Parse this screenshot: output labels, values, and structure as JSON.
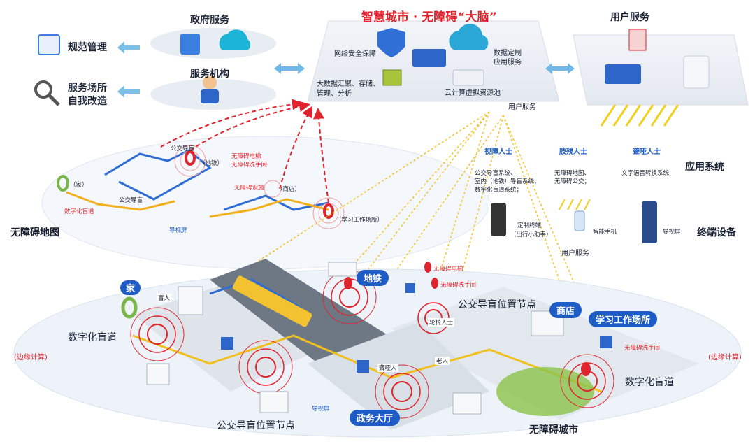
{
  "header": {
    "brain_title": "智慧城市 · 无障碍“大脑”",
    "gov_services": "政府服务",
    "service_org": "服务机构",
    "user_services_top": "用户服务"
  },
  "left_panel": {
    "norm_mgmt": "规范管理",
    "venue_reform_line1": "服务场所",
    "venue_reform_line2": "自我改造"
  },
  "brain": {
    "net_security": "网络安全保障",
    "big_data_line1": "大数据汇聚、存储、",
    "big_data_line2": "管理、分析",
    "data_custom_line1": "数据定制",
    "data_custom_line2": "应用服务",
    "cloud_pool": "云计算虚拟资源池",
    "user_service_label": "用户服务"
  },
  "app_system": {
    "title": "应用系统",
    "visually_impaired": "视障人士",
    "vi_desc_line1": "公交导盲系统、",
    "vi_desc_line2": "室内（地铁）导盲系统、",
    "vi_desc_line3": "数字化盲道系统；",
    "disabled": "肢残人士",
    "dis_desc_line1": "无障碍地图、",
    "dis_desc_line2": "无障碍公交；",
    "deaf": "聋哑人士",
    "deaf_desc": "文字语音转换系统"
  },
  "devices": {
    "title": "终端设备",
    "custom_terminal_line1": "定制终端",
    "custom_terminal_line2": "（出行小助手）",
    "smartphone": "智能手机",
    "guide_screen": "导视屏",
    "user_service_label": "用户服务"
  },
  "map": {
    "title": "无障碍地图",
    "home": "（家）",
    "digital_path": "数字化盲道",
    "bus_guide_1": "公交导盲",
    "bus_guide_2": "公交导盲",
    "metro": "（地铁）",
    "acc_elevator": "无障碍电梯",
    "acc_restroom": "无障碍洗手间",
    "acc_small": "无障碍设施",
    "shop": "（商店）",
    "work": "（学习工作场所）",
    "guide_screen": "导视屏"
  },
  "city": {
    "title": "无障碍城市",
    "home": "家",
    "blind": "盲人",
    "digital_path_left": "数字化盲道",
    "digital_path_right": "数字化盲道",
    "metro": "地铁",
    "acc_elevator": "无障碍电梯",
    "acc_restroom": "无障碍洗手间",
    "bus_node_top": "公交导盲位置节点",
    "bus_node_bottom": "公交导盲位置节点",
    "wheelchair": "轮椅人士",
    "elderly": "老人",
    "deaf": "聋哑人",
    "shop": "商店",
    "workplace": "学习工作场所",
    "acc_restroom_right": "无障碍洗手间",
    "guide_screen": "导视屏",
    "gov_hall": "政务大厅",
    "edge_left": "(边缘计算)",
    "edge_right": "(边缘计算)"
  },
  "colors": {
    "accent_blue": "#1e5cc5",
    "alert_red": "#e0242d",
    "path_yellow": "#f0c020",
    "road_gray": "#8a94a3",
    "bg_panel": "#eef2f7"
  }
}
